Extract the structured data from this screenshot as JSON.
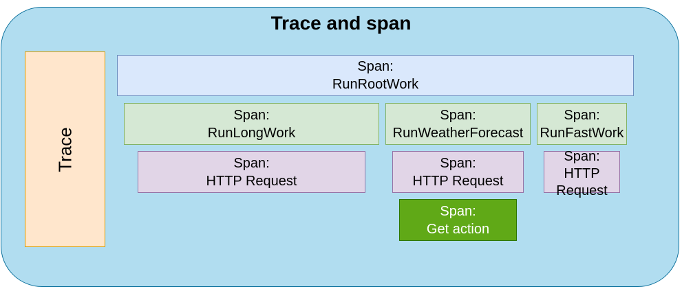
{
  "title": "Trace and span",
  "trace_label": "Trace",
  "spans": {
    "root": {
      "prefix": "Span:",
      "name": "RunRootWork"
    },
    "long_work": {
      "prefix": "Span:",
      "name": "RunLongWork"
    },
    "weather_forecast": {
      "prefix": "Span:",
      "name": "RunWeatherForecast"
    },
    "fast_work": {
      "prefix": "Span:",
      "name": "RunFastWork"
    },
    "long_http": {
      "prefix": "Span:",
      "name": "HTTP Request"
    },
    "weather_http": {
      "prefix": "Span:",
      "name": "HTTP Request"
    },
    "fast_http": {
      "prefix": "Span:",
      "name_line1": "HTTP",
      "name_line2": "Request"
    },
    "get_action": {
      "prefix": "Span:",
      "name": "Get action"
    }
  },
  "colors": {
    "background": "#b1ddf0",
    "trace": "#ffe6cc",
    "root_span": "#dae8fc",
    "work_span": "#d5e8d4",
    "http_span": "#e1d5e7",
    "action_span": "#60a917"
  }
}
